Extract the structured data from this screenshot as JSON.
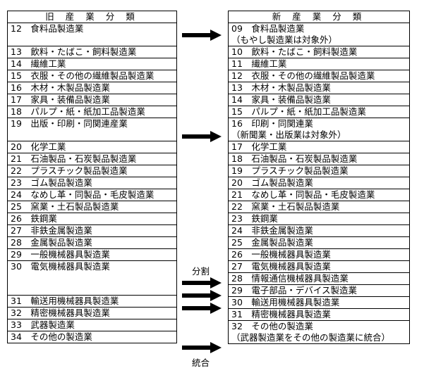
{
  "old_header": "旧 産 業 分 類",
  "new_header": "新 産 業 分 類",
  "old_rows": [
    "12　食料品製造業",
    "13　飲料・たばこ・飼料製造業",
    "14　繊維工業",
    "15　衣服・その他の繊維製品製造業",
    "16　木材・木製品製造業",
    "17　家具・装備品製造業",
    "18　パルプ・紙・紙加工品製造業",
    "19　出版・印刷・同関連産業",
    "20　化学工業",
    "21　石油製品・石炭製品製造業",
    "22　プラスチック製品製造業",
    "23　ゴム製品製造業",
    "24　なめし革・同製品・毛皮製造業",
    "25　窯業・土石製品製造業",
    "26　鉄鋼業",
    "27　非鉄金属製造業",
    "28　金属製品製造業",
    "29　一般機械器具製造業",
    "30　電気機械器具製造業",
    "31　輸送用機械器具製造業",
    "32　精密機械器具製造業",
    "33　武器製造業",
    "34　その他の製造業"
  ],
  "new_rows": [
    "09　食料品製造業",
    "（もやし製造業は対象外）",
    "10　飲料・たばこ・飼料製造業",
    "11　繊維工業",
    "12　衣服・その他の繊維製品製造業",
    "13　木材・木製品製造業",
    "14　家具・装備品製造業",
    "15　パルプ・紙・紙加工品製造業",
    "16　印刷・同関連業",
    "（新聞業・出版業は対象外）",
    "17　化学工業",
    "18　石油製品・石炭製品製造業",
    "19　プラスチック製品製造業",
    "20　ゴム製品製造業",
    "21　なめし革・同製品・毛皮製造業",
    "22　窯業・土石製品製造業",
    "23　鉄鋼業",
    "24　非鉄金属製造業",
    "25　金属製品製造業",
    "26　一般機械器具製造業",
    "27　電気機械器具製造業",
    "28　情報通信機械器具製造業",
    "29　電子部品・デバイス製造業",
    "30　輸送用機械器具製造業",
    "31　精密機械器具製造業",
    "32　その他の製造業",
    "（武器製造業をその他の製造業に統合）"
  ],
  "label_split": "分割",
  "label_merge": "統合",
  "arrow_color": "#000000"
}
